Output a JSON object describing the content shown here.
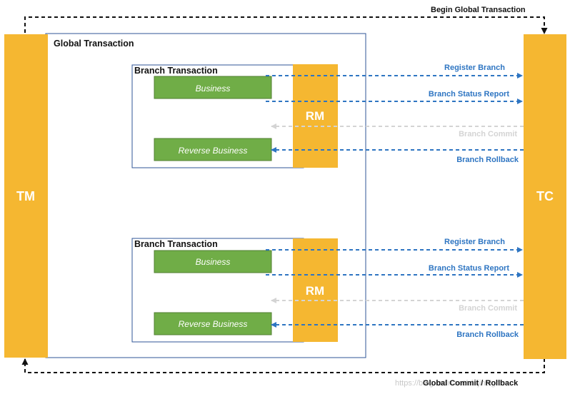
{
  "colors": {
    "actor_fill": "#f5b731",
    "business_fill": "#70ad47",
    "business_border": "#507e32",
    "arrow_blue": "#2e75c2",
    "arrow_grey": "#d4d4d4",
    "frame_blue": "#2f5597",
    "dark": "#111111"
  },
  "actors": {
    "tm": "TM",
    "tc": "TC"
  },
  "top_flow": "Begin Global Transaction",
  "bottom_flow": "Global Commit / Rollback",
  "global_title": "Global Transaction",
  "branches": [
    {
      "title": "Branch Transaction",
      "business": "Business",
      "reverse": "Reverse Business",
      "rm": "RM",
      "flows": {
        "register": "Register Branch",
        "status": "Branch Status Report",
        "commit": "Branch Commit",
        "rollback": "Branch Rollback"
      }
    },
    {
      "title": "Branch Transaction",
      "business": "Business",
      "reverse": "Reverse Business",
      "rm": "RM",
      "flows": {
        "register": "Register Branch",
        "status": "Branch Status Report",
        "commit": "Branch Commit",
        "rollback": "Branch Rollback"
      }
    }
  ],
  "watermark": "https://blog.csdn.net/zhijinsight"
}
